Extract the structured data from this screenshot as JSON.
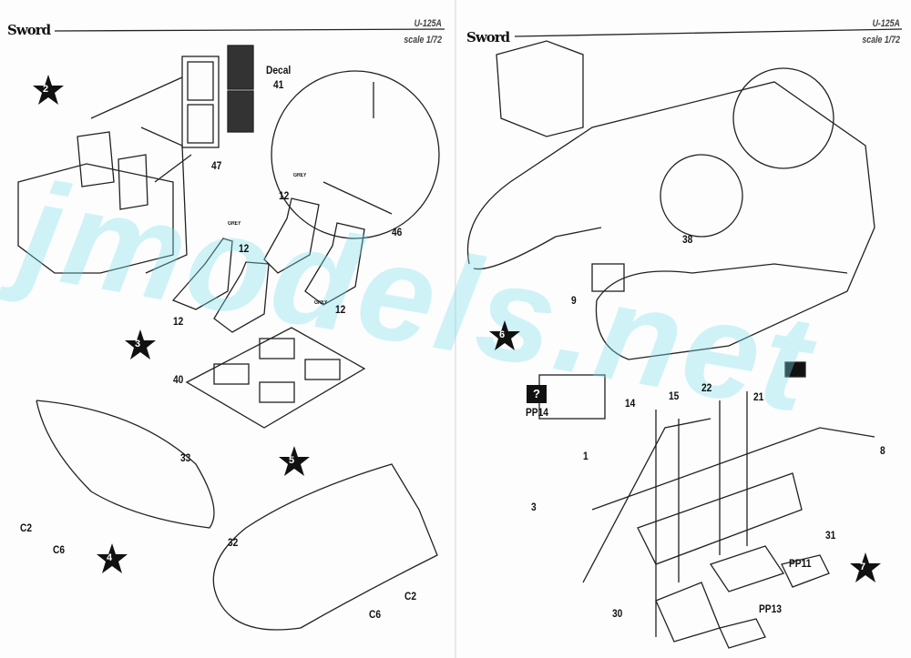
{
  "brand": "Sword",
  "left_page": {
    "model": "U-125A",
    "scale": "scale 1/72",
    "steps": [
      "2",
      "3",
      "4",
      "5"
    ],
    "decal_label": "Decal",
    "labels": {
      "decal_num": "41",
      "p47": "47",
      "p46": "46",
      "p12a": "12",
      "p12b": "12",
      "p12c": "12",
      "p12d": "12",
      "p40": "40",
      "p33": "33",
      "p32": "32",
      "c2a": "C2",
      "c6a": "C6",
      "c6b": "C6",
      "c2b": "C2"
    },
    "grey": "GREY"
  },
  "right_page": {
    "model": "U-125A",
    "scale": "scale 1/72",
    "steps": [
      "6",
      "7"
    ],
    "question_mark": "?",
    "labels": {
      "p38": "38",
      "p9": "9",
      "pp14": "PP14",
      "p14": "14",
      "p15": "15",
      "p22": "22",
      "p21": "21",
      "p1": "1",
      "p3": "3",
      "p8": "8",
      "p31": "31",
      "pp11": "PP11",
      "pp13": "PP13",
      "p30": "30"
    }
  },
  "watermark": "jmodels.net"
}
